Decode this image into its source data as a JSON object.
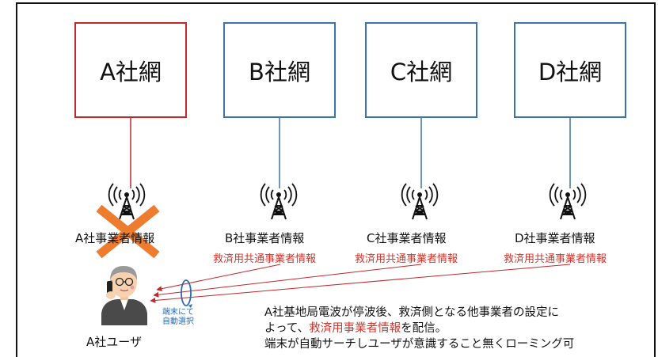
{
  "networks": [
    {
      "label": "A社網"
    },
    {
      "label": "B社網"
    },
    {
      "label": "C社網"
    },
    {
      "label": "D社網"
    }
  ],
  "stations": [
    {
      "operator_label": "A社事業者情報",
      "status": "stopped"
    },
    {
      "operator_label": "B社事業者情報",
      "relief_label": "救済用共通事業者情報"
    },
    {
      "operator_label": "C社事業者情報",
      "relief_label": "救済用共通事業者情報"
    },
    {
      "operator_label": "D社事業者情報",
      "relief_label": "救済用共通事業者情報"
    }
  ],
  "terminal_note": {
    "line1": "端末にて",
    "line2": "自動選択"
  },
  "user_label": "A社ユーザ",
  "description": {
    "line1": "A社基地局電波が停波後、救済側となる他事業者の設定に",
    "line2_pre": "よって、",
    "line2_highlight": "救済用事業者情報",
    "line2_post": "を配信。",
    "line3": "端末が自動サーチしユーザが意識すること無くローミング可"
  },
  "colors": {
    "a_network": "#c0282d",
    "other_network": "#3d74a8",
    "relief_text": "#d6342b",
    "cross": "#ee7c2f",
    "arrow": "#c0282d",
    "note_blue": "#2c6bb4"
  },
  "icons": [
    "antenna-tower-icon",
    "cross-mark-icon",
    "user-on-phone-icon",
    "rotation-arrow-icon"
  ]
}
